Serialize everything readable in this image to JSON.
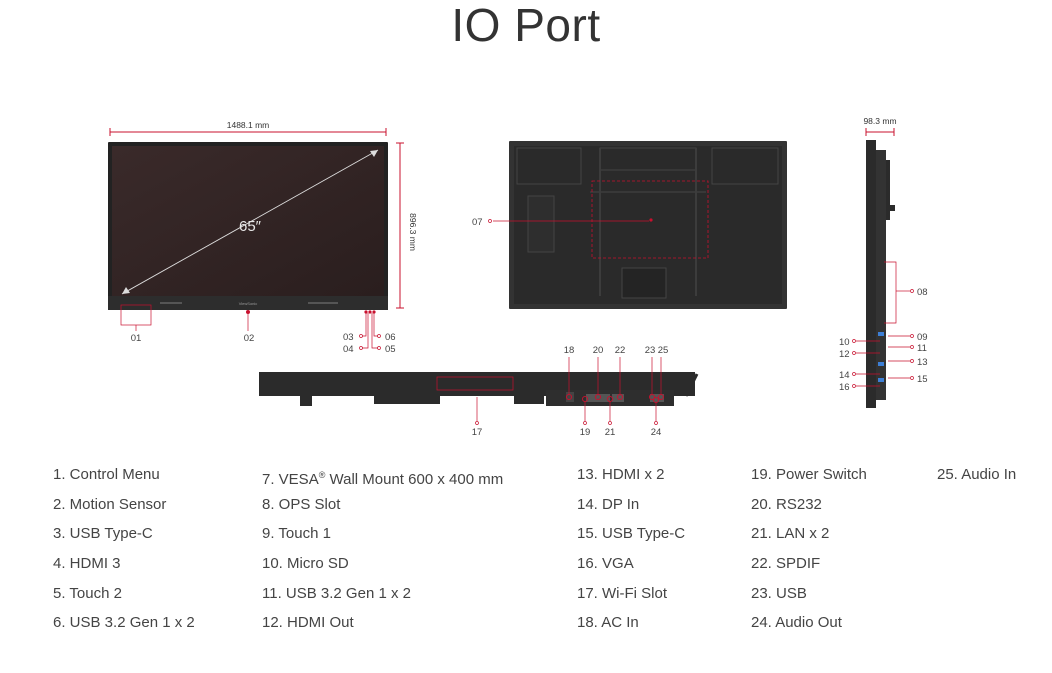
{
  "title": "IO Port",
  "diagram": {
    "width_label": "1488.1 mm",
    "height_label": "896.3 mm",
    "depth_label": "98.3 mm",
    "screen_size_label": "65″",
    "brand_mark": "ViewSonic",
    "callouts": {
      "c01": "01",
      "c02": "02",
      "c03": "03",
      "c04": "04",
      "c05": "05",
      "c06": "06",
      "c07": "07",
      "c08": "08",
      "c09": "09",
      "c10": "10",
      "c11": "11",
      "c12": "12",
      "c13": "13",
      "c14": "14",
      "c15": "15",
      "c16": "16",
      "c17": "17",
      "c18": "18",
      "c19": "19",
      "c20": "20",
      "c21": "21",
      "c22": "22",
      "c23": "23",
      "c24": "24",
      "c25": "25"
    },
    "accent_color": "#c8102e",
    "device_color": "#2b2b2b"
  },
  "legend": {
    "col1": [
      "1. Control Menu",
      "2. Motion Sensor",
      "3. USB Type-C",
      "4. HDMI 3",
      "5. Touch 2",
      "6. USB 3.2 Gen 1 x 2"
    ],
    "col2_vesa_prefix": "7. VESA",
    "col2_vesa_sup": "®",
    "col2_vesa_suffix": " Wall Mount 600 x 400 mm",
    "col2": [
      "8. OPS Slot",
      "9. Touch 1",
      "10. Micro SD",
      "11. USB 3.2 Gen 1 x 2",
      "12. HDMI Out"
    ],
    "col3": [
      "13. HDMI x 2",
      "14. DP In",
      "15. USB Type-C",
      "16. VGA",
      "17. Wi-Fi Slot",
      "18. AC In"
    ],
    "col4": [
      "19. Power Switch",
      "20. RS232",
      "21. LAN x 2",
      "22. SPDIF",
      "23. USB",
      "24. Audio Out"
    ],
    "col5": [
      "25. Audio In"
    ]
  }
}
